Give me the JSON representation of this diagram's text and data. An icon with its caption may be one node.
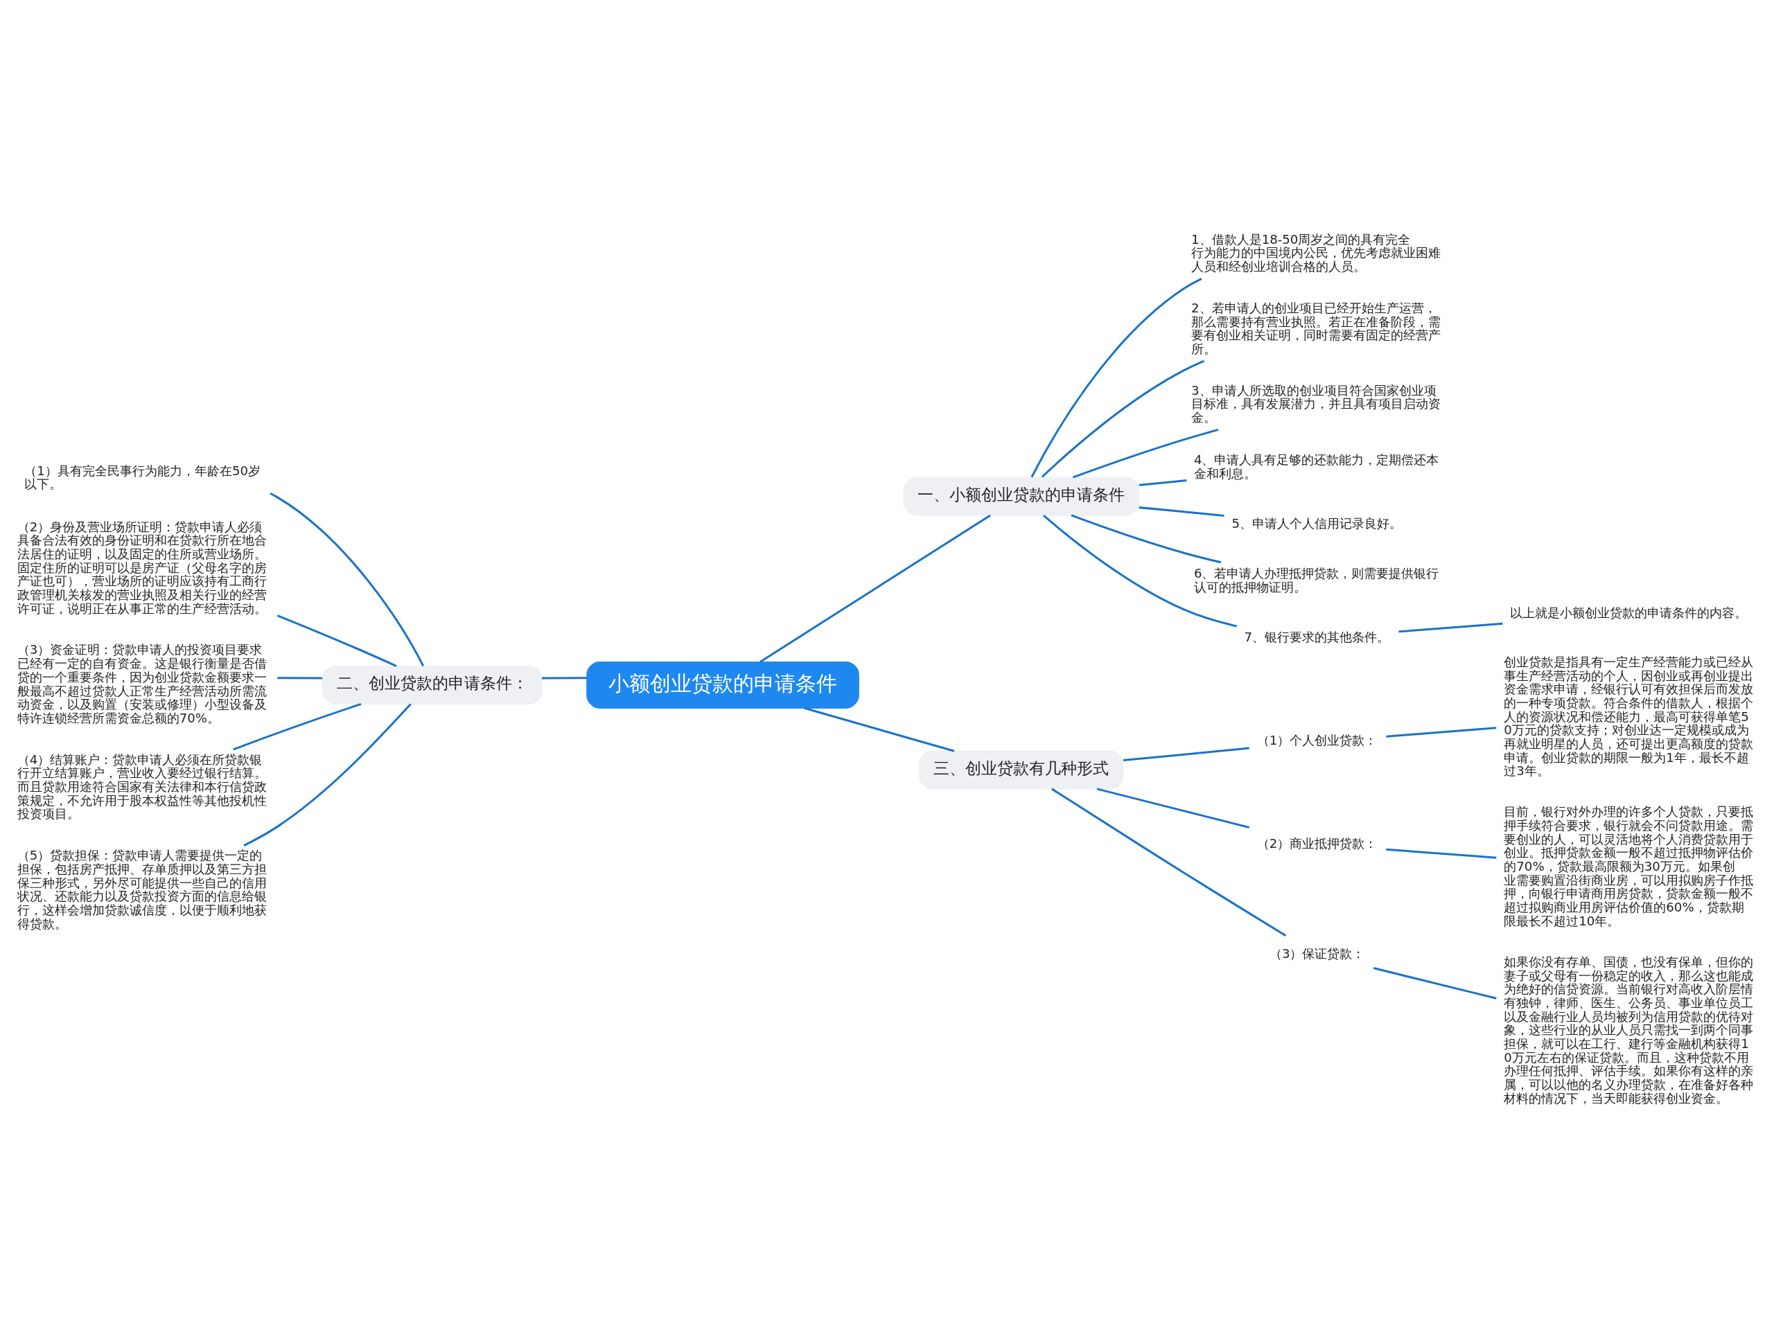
{
  "diagram": {
    "nodes": [
      {
        "text": [
          "小额创业贷款的申请条件"
        ]
      },
      {
        "text": [
          "一、小额创业贷款的申请条件"
        ]
      },
      {
        "text": [
          "1、借款人是18-50周岁之间的具有完全行为能力的中国境内公民，优先考虑就业困难人员和经创业培训合格的人员。"
        ]
      },
      {
        "text": [
          "2、若申请人的创业项目已经开始生产运营，那么需要持有营业执照。若正在准备阶段，需要有创业相关证明，同时需要有固定的经营产所。"
        ]
      },
      {
        "text": [
          "3、申请人所选取的创业项目符合国家创业项目标准，具有发展潜力，并且具有项目启动资金。"
        ]
      },
      {
        "text": [
          "4、申请人具有足够的还款能力，定期偿还本金和利息。"
        ]
      },
      {
        "text": [
          "5、申请人个人信用记录良好。"
        ]
      },
      {
        "text": [
          "6、若申请人办理抵押贷款，则需要提供银行认可的抵押物证明。"
        ]
      },
      {
        "text": [
          "7、银行要求的其他条件。"
        ]
      },
      {
        "text": [
          "以上就是小额创业贷款的申请条件的内容。"
        ]
      },
      {
        "text": [
          "二、创业贷款的申请条件："
        ]
      },
      {
        "text": [
          "（1）具有完全民事行为能力，年龄在50岁以下。"
        ]
      },
      {
        "text": [
          "（2）身份及营业场所证明：贷款申请人必须具备合法有效的身份证明和在贷款行所在地合法居住的证明，以及固定的住所或营业场所。固定住所的证明可以是房产证（父母名字的房产证也可），营业场所的证明应该持有工商行政管理机关核发的营业执照及相关行业的经营许可证，说明正在从事正常的生产经营活动。"
        ]
      },
      {
        "text": [
          "（3）资金证明：贷款申请人的投资项目要求已经有一定的自有资金。这是银行衡量是否借贷的一个重要条件，因为创业贷款金额要求一般最高不超过贷款人正常生产经营活动所需流动资金，以及购置（安装或修理）小型设备及特许连锁经营所需资金总额的70%。"
        ]
      },
      {
        "text": [
          "（4）结算账户：贷款申请人必须在所贷款银行开立结算账户，营业收入要经过银行结算。而且贷款用途符合国家有关法律和本行信贷政策规定，不允许用于股本权益性等其他投机性投资项目。"
        ]
      },
      {
        "text": [
          "（5）贷款担保：贷款申请人需要提供一定的担保，包括房产抵押、存单质押以及第三方担保三种形式，另外尽可能提供一些自己的信用状况、还款能力以及贷款投资方面的信息给银行，这样会增加贷款诚信度，以便于顺利地获得贷款。"
        ]
      },
      {
        "text": [
          "三、创业贷款有几种形式"
        ]
      },
      {
        "text": [
          "（1）个人创业贷款："
        ]
      },
      {
        "text": [
          "创业贷款是指具有一定生产经营能力或已经从事生产经营活动的个人，因创业或再创业提出资金需求申请，经银行认可有效担保后而发放的一种专项贷款。符合条件的借款人，根据个人的资源状况和偿还能力，最高可获得单笔50万元的贷款支持；对创业达一定规模或成为再就业明星的人员，还可提出更高额度的贷款申请。创业贷款的期限一般为1年，最长不超过3年。"
        ]
      },
      {
        "text": [
          "（2）商业抵押贷款："
        ]
      },
      {
        "text": [
          "目前，银行对外办理的许多个人贷款，只要抵押手续符合要求，银行就会不问贷款用途。需要创业的人，可以灵活地将个人消费贷款用于创业。抵押贷款金额一般不超过抵押物评估价的70%，贷款最高限额为30万元。如果创业需要购置沿街商业房，可以用拟购房子作抵押，向银行申请商用房贷款，贷款金额一般不超过拟购商业用房评估价值的60%，贷款期限最长不超过10年。"
        ]
      },
      {
        "text": [
          "（3）保证贷款："
        ]
      },
      {
        "text": [
          "如果你没有存单、国债，也没有保单，但你的妻子或父母有一份稳定的收入，那么这也能成为绝好的信贷资源。当前银行对高收入阶层情有独钟，律师、医生、公务员、事业单位员工以及金融行业人员均被列为信用贷款的优待对象，这些行业的从业人员只需找一到两个同事担保，就可以在工行、建行等金融机构获得10万元左右的保证贷款。而且，这种贷款不用办理任何抵押、评估手续。如果你有这样的亲属，可以以他的名义办理贷款，在准备好各种材料的情况下，当天即能获得创业资金。"
        ]
      }
    ],
    "edges": [
      {
        "from": 0,
        "to": 1,
        "arrow": "none"
      },
      {
        "from": 1,
        "to": 2,
        "arrow": "none"
      },
      {
        "from": 1,
        "to": 3,
        "arrow": "none"
      },
      {
        "from": 1,
        "to": 4,
        "arrow": "none"
      },
      {
        "from": 1,
        "to": 5,
        "arrow": "none"
      },
      {
        "from": 1,
        "to": 6,
        "arrow": "none"
      },
      {
        "from": 1,
        "to": 7,
        "arrow": "none"
      },
      {
        "from": 1,
        "to": 8,
        "arrow": "none"
      },
      {
        "from": 8,
        "to": 9,
        "arrow": "none"
      },
      {
        "from": 0,
        "to": 10,
        "arrow": "none"
      },
      {
        "from": 10,
        "to": 11,
        "arrow": "none"
      },
      {
        "from": 10,
        "to": 12,
        "arrow": "none"
      },
      {
        "from": 10,
        "to": 13,
        "arrow": "none"
      },
      {
        "from": 10,
        "to": 14,
        "arrow": "none"
      },
      {
        "from": 10,
        "to": 15,
        "arrow": "none"
      },
      {
        "from": 0,
        "to": 16,
        "arrow": "none"
      },
      {
        "from": 16,
        "to": 17,
        "arrow": "none"
      },
      {
        "from": 17,
        "to": 18,
        "arrow": "none"
      },
      {
        "from": 16,
        "to": 19,
        "arrow": "none"
      },
      {
        "from": 19,
        "to": 20,
        "arrow": "none"
      },
      {
        "from": 16,
        "to": 21,
        "arrow": "none"
      },
      {
        "from": 21,
        "to": 22,
        "arrow": "none"
      }
    ]
  }
}
